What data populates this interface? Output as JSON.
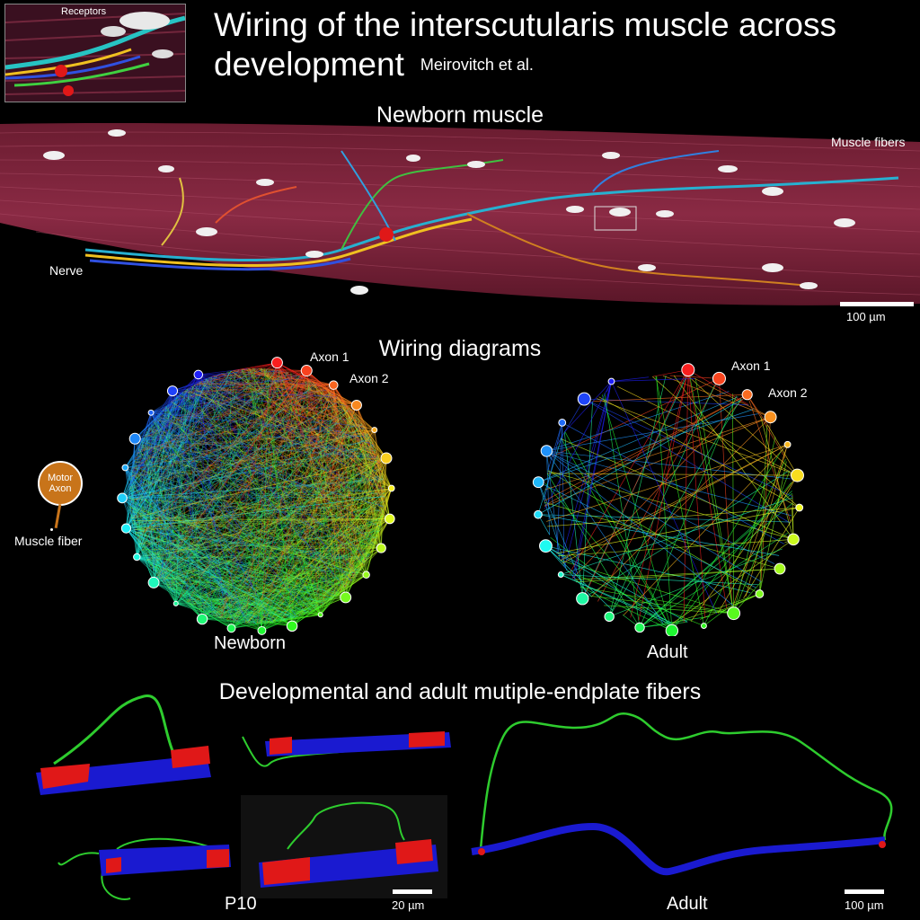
{
  "title": "Wiring of the interscutularis muscle across development",
  "authors": "Meirovitch et al.",
  "inset": {
    "label": "Receptors"
  },
  "newborn_muscle": {
    "heading": "Newborn muscle",
    "labels": {
      "muscle_fibers": "Muscle fibers",
      "nerve": "Nerve"
    },
    "scale": "100 µm"
  },
  "wiring": {
    "heading": "Wiring diagrams",
    "newborn": {
      "caption": "Newborn",
      "axon1": "Axon 1",
      "axon2": "Axon 2"
    },
    "adult": {
      "caption": "Adult",
      "axon1": "Axon 1",
      "axon2": "Axon 2"
    },
    "legend": {
      "node": "Motor\nAxon",
      "fiber": "Muscle fiber",
      "node_color": "#c8741a"
    }
  },
  "fibers": {
    "heading": "Developmental and adult mutiple-endplate fibers",
    "p10_caption": "P10",
    "p10_scale": "20 µm",
    "adult_caption": "Adult",
    "adult_scale": "100 µm"
  },
  "colors": {
    "muscle": "#7a2238",
    "axon_green": "#2ecc2e",
    "fiber_blue": "#1a1ad0",
    "endplate_red": "#e01818"
  }
}
